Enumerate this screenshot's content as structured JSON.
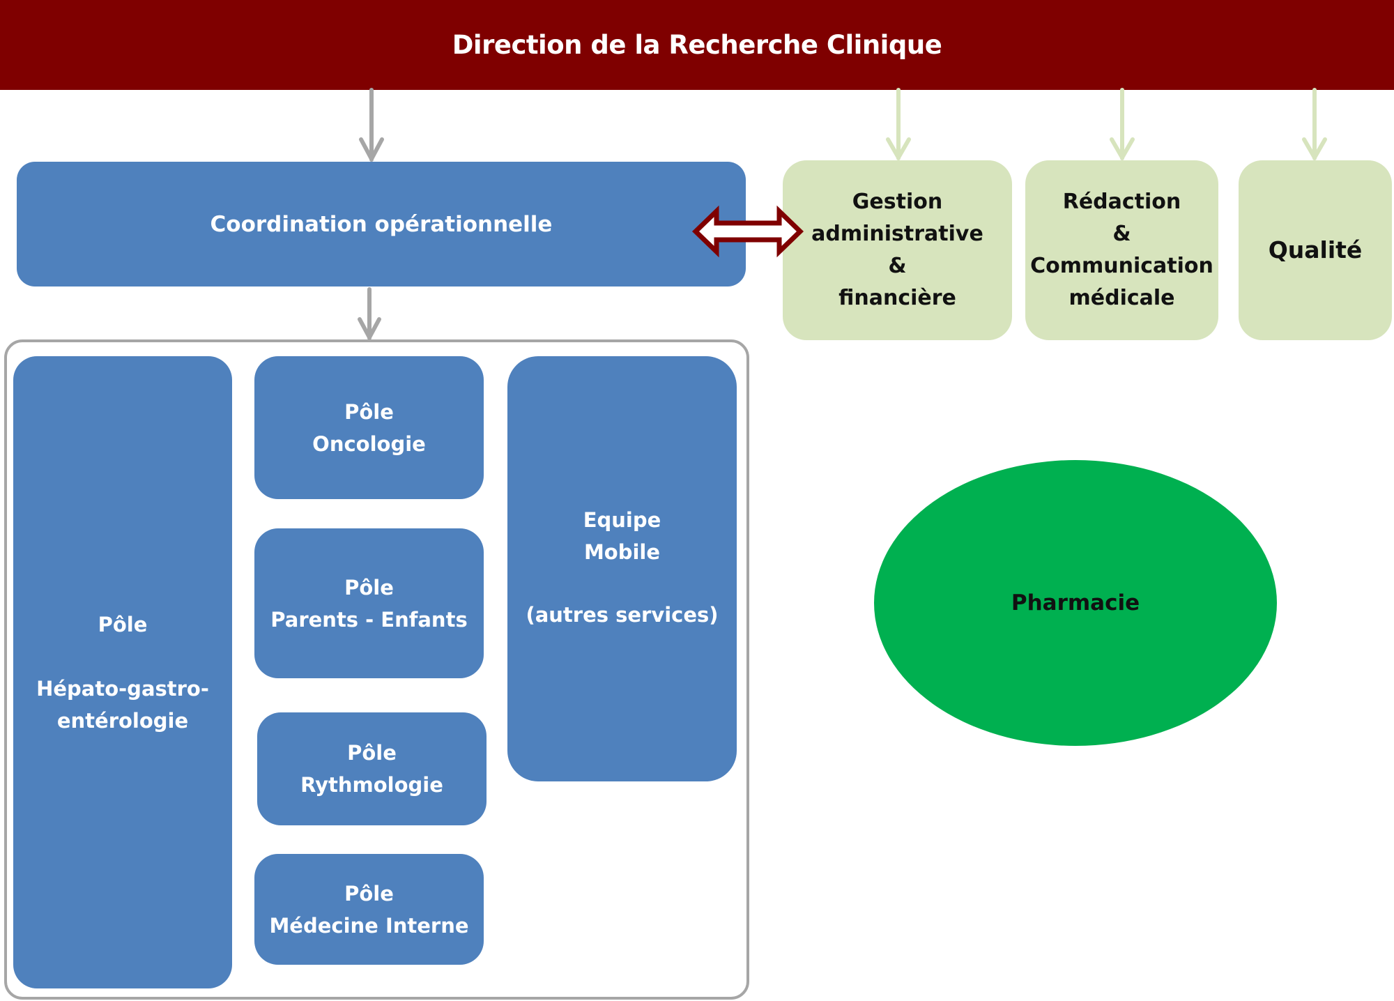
{
  "header": {
    "title": "Direction de la Recherche Clinique"
  },
  "coordination": {
    "label": "Coordination opérationnelle"
  },
  "support_units": [
    {
      "lines": [
        "Gestion",
        "administrative",
        "&",
        "financière"
      ]
    },
    {
      "lines": [
        "Rédaction",
        "&",
        "Communication",
        "médicale"
      ]
    },
    {
      "lines": [
        "Qualité"
      ]
    }
  ],
  "poles": {
    "hepato": {
      "line1": "Pôle",
      "line2": "Hépato-gastro-",
      "line3": "entérologie"
    },
    "oncologie": {
      "line1": "Pôle",
      "line2": "Oncologie"
    },
    "parents_enfants": {
      "line1": "Pôle",
      "line2": "Parents - Enfants"
    },
    "rythmologie": {
      "line1": "Pôle",
      "line2": "Rythmologie"
    },
    "medecine_interne": {
      "line1": "Pôle",
      "line2": "Médecine Interne"
    },
    "equipe_mobile": {
      "line1": "Equipe",
      "line2": "Mobile",
      "line3": "(autres services)"
    }
  },
  "pharmacie": {
    "label": "Pharmacie"
  },
  "colors": {
    "header": "#7f0000",
    "blue_box": "#4f81bd",
    "green_box": "#d7e4bd",
    "pharmacie": "#00b050",
    "gray_arrow": "#a6a6a6",
    "green_arrow": "#d7e4bd",
    "double_arrow_outline": "#7f0000"
  }
}
